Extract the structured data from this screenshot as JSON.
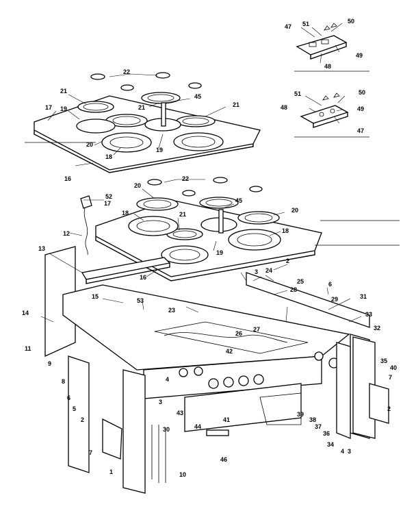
{
  "diagram": {
    "callouts": [
      {
        "id": "c47a",
        "text": "47"
      },
      {
        "id": "c51a",
        "text": "51"
      },
      {
        "id": "c50a",
        "text": "50"
      },
      {
        "id": "c49a",
        "text": "49"
      },
      {
        "id": "c48a",
        "text": "48"
      },
      {
        "id": "c51b",
        "text": "51"
      },
      {
        "id": "c50b",
        "text": "50"
      },
      {
        "id": "c48b",
        "text": "48"
      },
      {
        "id": "c49b",
        "text": "49"
      },
      {
        "id": "c47b",
        "text": "47"
      },
      {
        "id": "c22a",
        "text": "22"
      },
      {
        "id": "c21a",
        "text": "21"
      },
      {
        "id": "c21b",
        "text": "21"
      },
      {
        "id": "c45a",
        "text": "45"
      },
      {
        "id": "c21c",
        "text": "21"
      },
      {
        "id": "c17a",
        "text": "17"
      },
      {
        "id": "c19a",
        "text": "19"
      },
      {
        "id": "c20a",
        "text": "20"
      },
      {
        "id": "c19b",
        "text": "19"
      },
      {
        "id": "c18a",
        "text": "18"
      },
      {
        "id": "c16a",
        "text": "16"
      },
      {
        "id": "c20b",
        "text": "20"
      },
      {
        "id": "c22b",
        "text": "22"
      },
      {
        "id": "c52",
        "text": "52"
      },
      {
        "id": "c17b",
        "text": "17"
      },
      {
        "id": "c45b",
        "text": "45"
      },
      {
        "id": "c20c",
        "text": "20"
      },
      {
        "id": "c18b",
        "text": "18"
      },
      {
        "id": "c21d",
        "text": "21"
      },
      {
        "id": "c12",
        "text": "12"
      },
      {
        "id": "c18c",
        "text": "18"
      },
      {
        "id": "c19c",
        "text": "19"
      },
      {
        "id": "c13",
        "text": "13"
      },
      {
        "id": "c2a",
        "text": "2"
      },
      {
        "id": "c16b",
        "text": "16"
      },
      {
        "id": "c3a",
        "text": "3"
      },
      {
        "id": "c24",
        "text": "24"
      },
      {
        "id": "c25",
        "text": "25"
      },
      {
        "id": "c6a",
        "text": "6"
      },
      {
        "id": "c15",
        "text": "15"
      },
      {
        "id": "c28",
        "text": "28"
      },
      {
        "id": "c29",
        "text": "29"
      },
      {
        "id": "c31",
        "text": "31"
      },
      {
        "id": "c14",
        "text": "14"
      },
      {
        "id": "c53",
        "text": "53"
      },
      {
        "id": "c23",
        "text": "23"
      },
      {
        "id": "c33",
        "text": "33"
      },
      {
        "id": "c27",
        "text": "27"
      },
      {
        "id": "c26",
        "text": "26"
      },
      {
        "id": "c32",
        "text": "32"
      },
      {
        "id": "c11",
        "text": "11"
      },
      {
        "id": "c9",
        "text": "9"
      },
      {
        "id": "c42",
        "text": "42"
      },
      {
        "id": "c35",
        "text": "35"
      },
      {
        "id": "c8",
        "text": "8"
      },
      {
        "id": "c40",
        "text": "40"
      },
      {
        "id": "c4a",
        "text": "4"
      },
      {
        "id": "c7a",
        "text": "7"
      },
      {
        "id": "c6b",
        "text": "6"
      },
      {
        "id": "c3b",
        "text": "3"
      },
      {
        "id": "c5",
        "text": "5"
      },
      {
        "id": "c2b",
        "text": "2"
      },
      {
        "id": "c43",
        "text": "43"
      },
      {
        "id": "c39",
        "text": "39"
      },
      {
        "id": "c30",
        "text": "30"
      },
      {
        "id": "c41",
        "text": "41"
      },
      {
        "id": "c38",
        "text": "38"
      },
      {
        "id": "c37",
        "text": "37"
      },
      {
        "id": "c44",
        "text": "44"
      },
      {
        "id": "c36",
        "text": "36"
      },
      {
        "id": "c7b",
        "text": "7"
      },
      {
        "id": "c34",
        "text": "34"
      },
      {
        "id": "c4b",
        "text": "4"
      },
      {
        "id": "c3c",
        "text": "3"
      },
      {
        "id": "c46",
        "text": "46"
      },
      {
        "id": "c1",
        "text": "1"
      },
      {
        "id": "c10",
        "text": "10"
      },
      {
        "id": "c2c",
        "text": "2"
      }
    ]
  }
}
